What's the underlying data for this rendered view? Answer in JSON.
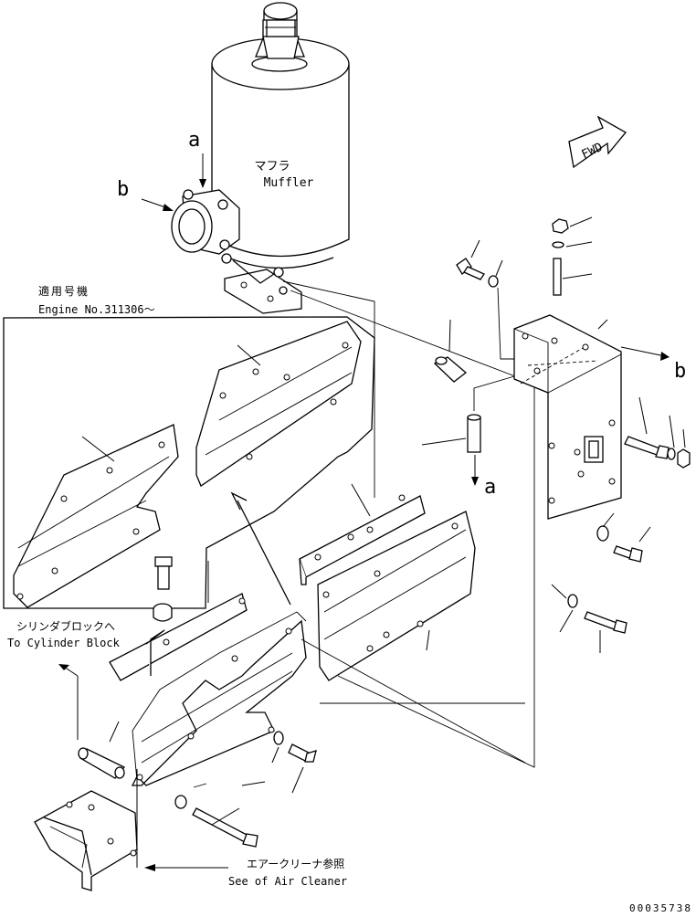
{
  "labels": {
    "muffler_jp": "マフラ",
    "muffler_en": "Muffler",
    "fwd": "FWD",
    "ref_a": "a",
    "ref_b": "b",
    "serial_jp": "適用号機",
    "serial_en": "Engine No.311306～",
    "cylinder_jp": "シリンダブロックへ",
    "cylinder_en": "To Cylinder Block",
    "aircleaner_jp": "エアークリーナ参照",
    "aircleaner_en": "See of Air Cleaner",
    "drawing_no": "00035738"
  }
}
